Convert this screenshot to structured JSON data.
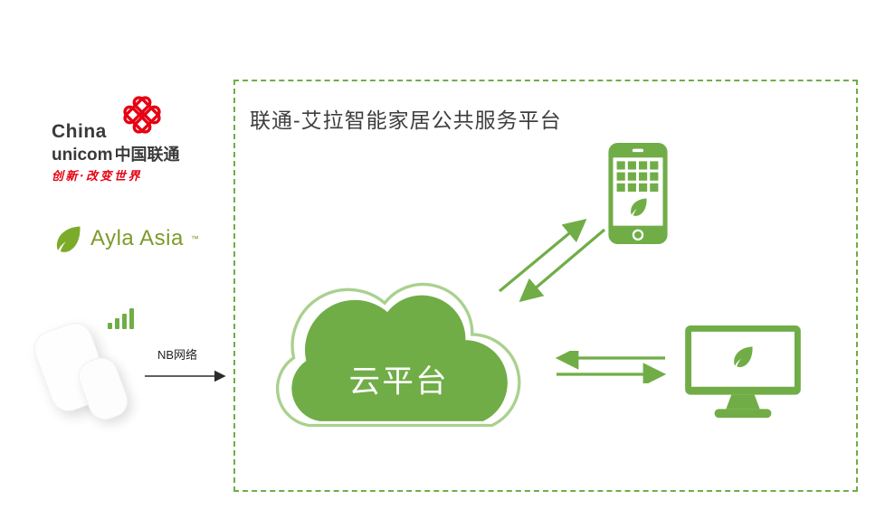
{
  "header": {
    "title": "联通-艾拉智能家居公共服务平台"
  },
  "logos": {
    "unicom": {
      "en_top": "China",
      "en_bottom": "unicom",
      "cn": "中国联通",
      "tagline": "创新·改变世界"
    },
    "ayla": {
      "name": "Ayla Asia",
      "trademark": "™"
    }
  },
  "network": {
    "nb_label": "NB网络"
  },
  "cloud": {
    "label": "云平台"
  },
  "colors": {
    "brand_green": "#70ad47",
    "light_green_outline": "#a9d18e",
    "unicom_red": "#e60012",
    "ayla_olive": "#7d9b2a",
    "title_gray": "#3e3e3e"
  }
}
